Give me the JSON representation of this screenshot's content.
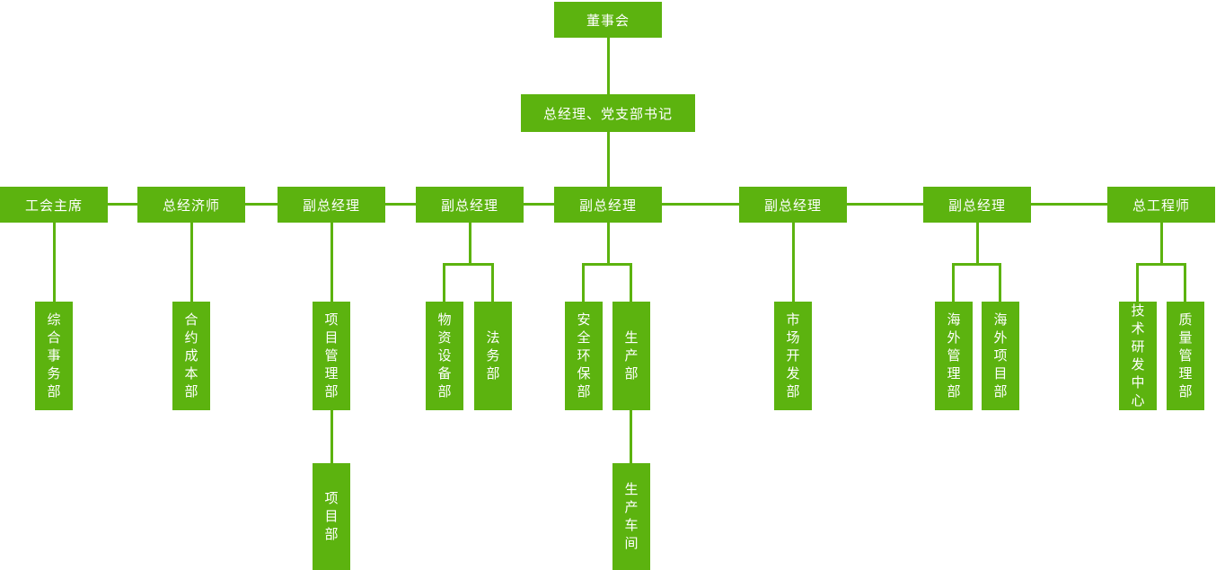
{
  "colors": {
    "node_fill": "#5cb30f",
    "connector": "#5cb30f",
    "node_text": "#ffffff",
    "canvas_background": "#ffffff"
  },
  "org": {
    "type": "org-chart",
    "level1": [
      {
        "label": "董事会"
      }
    ],
    "level2": [
      {
        "label": "总经理、党支部书记",
        "parent": "董事会"
      }
    ],
    "level3": [
      {
        "label": "工会主席",
        "parent": "总经理、党支部书记"
      },
      {
        "label": "总经济师",
        "parent": "总经理、党支部书记"
      },
      {
        "label": "副总经理",
        "parent": "总经理、党支部书记"
      },
      {
        "label": "副总经理",
        "parent": "总经理、党支部书记"
      },
      {
        "label": "副总经理",
        "parent": "总经理、党支部书记"
      },
      {
        "label": "副总经理",
        "parent": "总经理、党支部书记"
      },
      {
        "label": "副总经理",
        "parent": "总经理、党支部书记"
      },
      {
        "label": "总工程师",
        "parent": "总经理、党支部书记"
      }
    ],
    "level4": [
      {
        "label": "综合事务部",
        "parent": "工会主席"
      },
      {
        "label": "合约成本部",
        "parent": "总经济师"
      },
      {
        "label": "项目管理部",
        "parent": "副总经理-1"
      },
      {
        "label": "物资设备部",
        "parent": "副总经理-2"
      },
      {
        "label": "法务部",
        "parent": "副总经理-2"
      },
      {
        "label": "安全环保部",
        "parent": "副总经理-3"
      },
      {
        "label": "生产部",
        "parent": "副总经理-3"
      },
      {
        "label": "市场开发部",
        "parent": "副总经理-4"
      },
      {
        "label": "海外管理部",
        "parent": "副总经理-5"
      },
      {
        "label": "海外项目部",
        "parent": "副总经理-5"
      },
      {
        "label": "技术研发中心",
        "parent": "总工程师"
      },
      {
        "label": "质量管理部",
        "parent": "总工程师"
      }
    ],
    "level5": [
      {
        "label": "项目部",
        "parent": "项目管理部"
      },
      {
        "label": "生产车间",
        "parent": "生产部"
      }
    ]
  }
}
